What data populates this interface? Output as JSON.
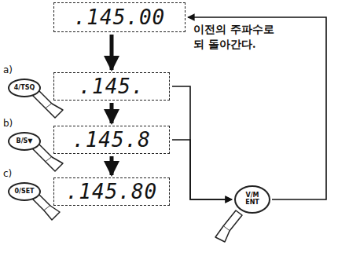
{
  "diagram": {
    "nodes": [
      {
        "text": [
          ".145.00"
        ]
      },
      {
        "text": [
          ".145."
        ]
      },
      {
        "text": [
          ".145.8"
        ]
      },
      {
        "text": [
          ".145.80"
        ]
      },
      {
        "text": [
          "4/TSQ"
        ]
      },
      {
        "text": [
          "B/S▼"
        ]
      },
      {
        "text": [
          "0/SET"
        ]
      },
      {
        "text": [
          "V/M",
          "ENT"
        ]
      }
    ],
    "edges": [
      {
        "from": 0,
        "to": 1,
        "arrow": "to"
      },
      {
        "from": 1,
        "to": 2,
        "arrow": "to"
      },
      {
        "from": 2,
        "to": 3,
        "arrow": "to"
      },
      {
        "from": 1,
        "to": 7,
        "arrow": "to"
      },
      {
        "from": 2,
        "to": 7,
        "arrow": "to"
      },
      {
        "from": 7,
        "to": 0,
        "arrow": "to"
      }
    ],
    "labels": [
      "이전의 주파수로 되 돌아간다.",
      "a)",
      "b)",
      "c)"
    ]
  }
}
